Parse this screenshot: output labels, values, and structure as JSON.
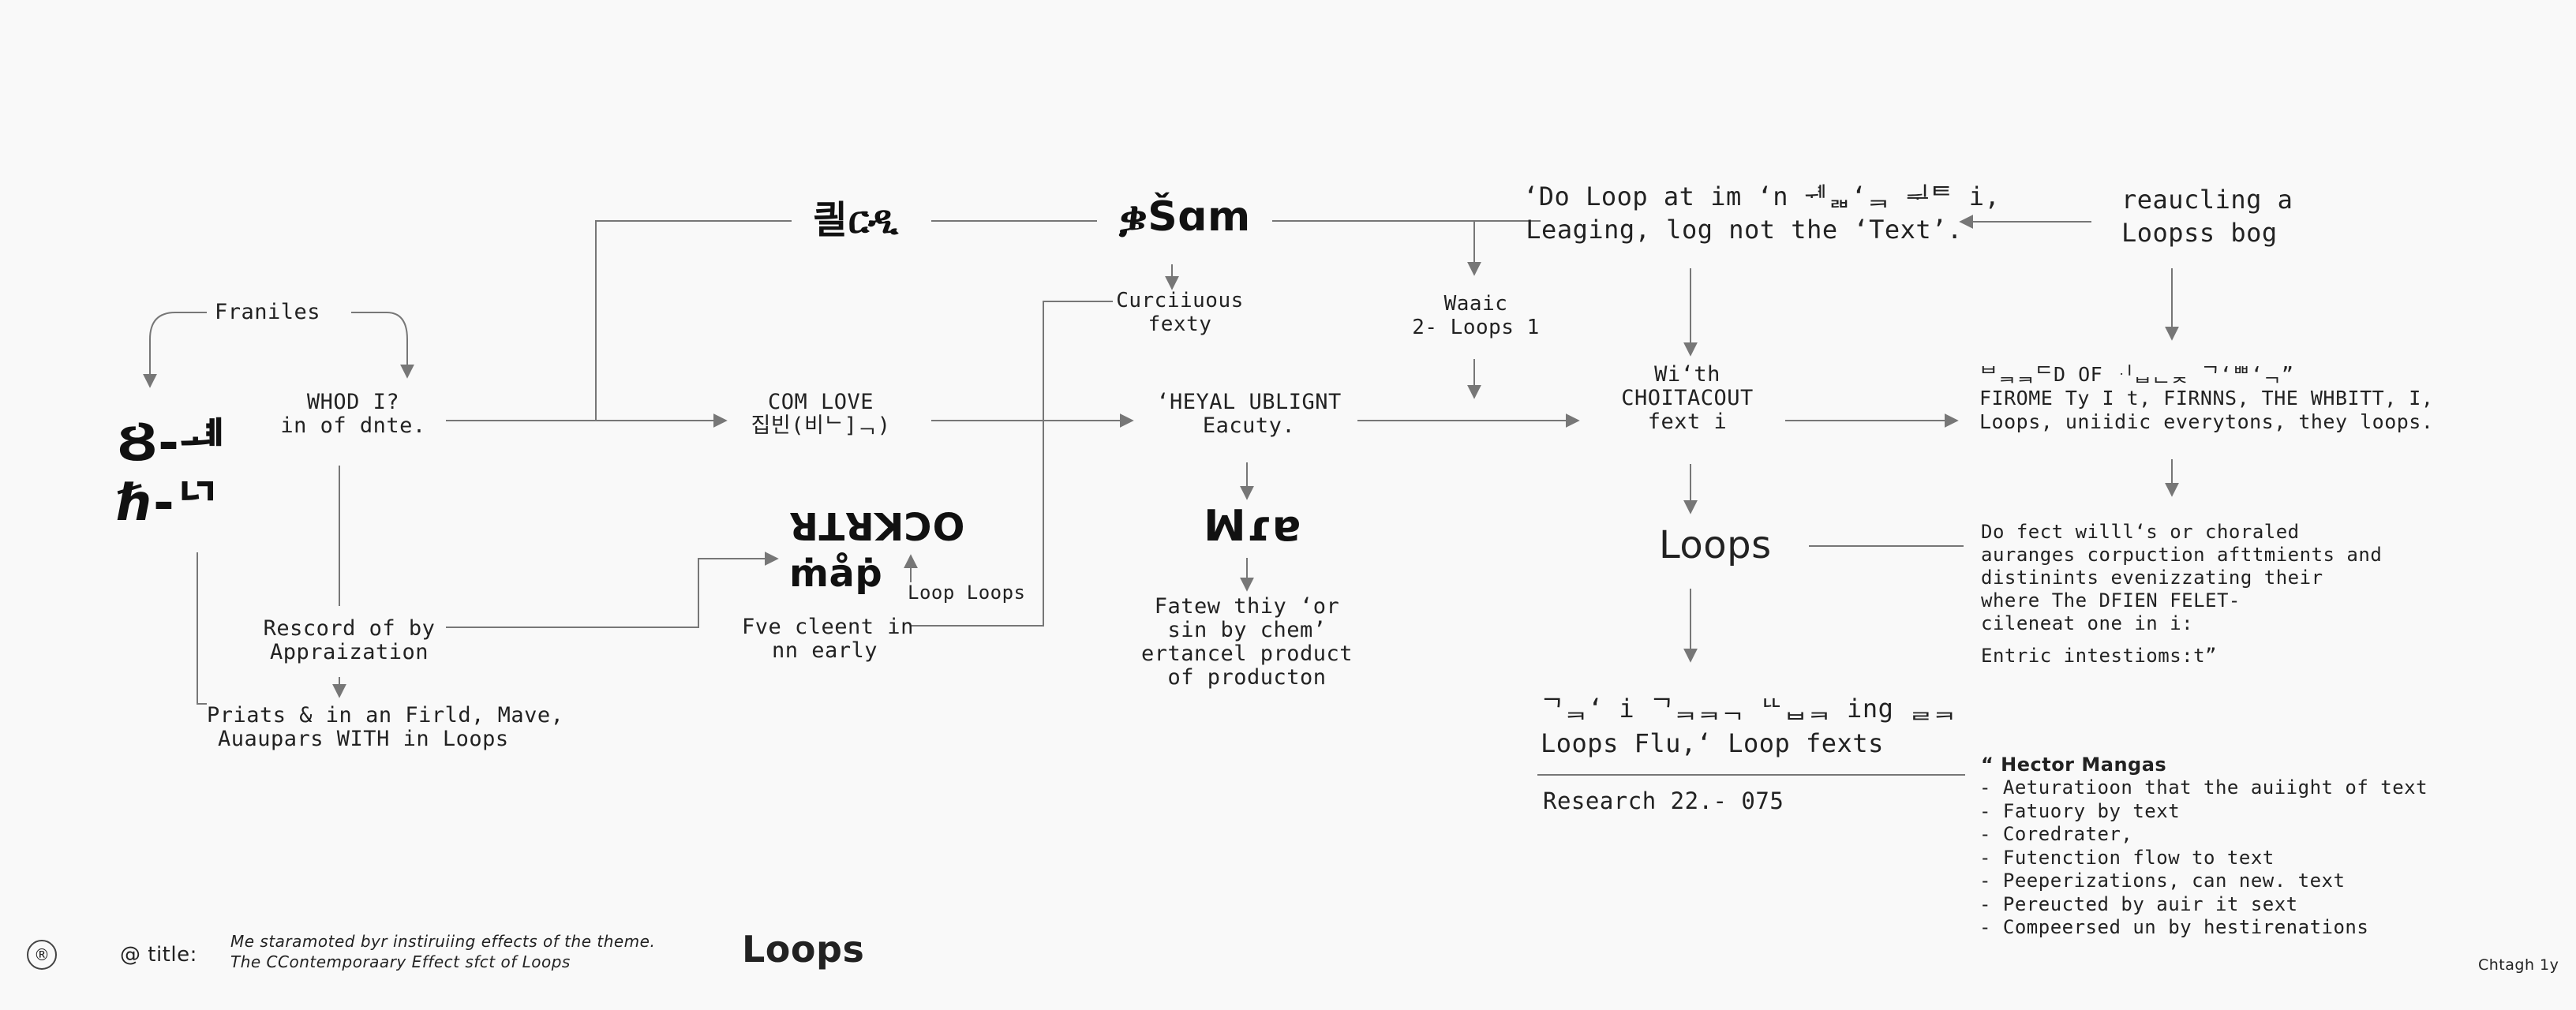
{
  "nodes": {
    "top_glyph_1": "킐ርዲ",
    "top_glyph_2": "ቌŠɑm",
    "top_center": [
      "‘Do Loop at im ‘n ᆌᆲ‘ᆿ ᆗᄐ i,",
      "Leaging, log not the ‘Text’."
    ],
    "top_right": [
      "reaucling a",
      "Loopss bog"
    ],
    "franiles": "Franiles",
    "left_glyph": [
      "Ȣ-ᆁ",
      "ℏ-ᄓ"
    ],
    "whod": [
      "WHOD I?",
      "in of dnte."
    ],
    "com_love": [
      "COM LOVE",
      "집빈(비ᄂ]ᆨ)"
    ],
    "curcii": [
      "Curciiuous",
      "fexty"
    ],
    "waaic": [
      "Waaic",
      "2- Loops 1"
    ],
    "heyal": [
      "‘HEYAL UBLIGNT",
      "Eacuty."
    ],
    "with": [
      "Wi‘th",
      "CHOITACOUT",
      "fext i"
    ],
    "right_mid": [
      "ᄇᆿᆿᄃD OF ᆡᆸᆫᆽ ᄀ‘ᄈ‘ᆨ”",
      "FIROME Ty I t, FIRNNS, THE WHBITT, I,",
      "Loops, uniidic everytons, they loops."
    ],
    "map_glyph": [
      "ꓤꓕꓤꓘꓛꓳ",
      "ṁåṗ"
    ],
    "loop_loops": "Loop Loops",
    "wna_glyph": "ꟽɾɐ",
    "loops_big": "Loops",
    "do_fect": [
      "Do fect willl‘s or choraled",
      "auranges corpuction afttmients and",
      "distinints evenizzating their",
      "where The DFIEN FELET-",
      "cileneat one in i:"
    ],
    "entric": "Entric intestioms:t”",
    "rescord": [
      "Rescord of by",
      "Appraization"
    ],
    "fve_cleent": [
      "Fve cleent in",
      "nn early"
    ],
    "fatew": [
      "Fatew thiy ‘or",
      "sin by chem’",
      "ertancel product",
      "of producton"
    ],
    "priats": [
      "Priats & in an Firld, Mave,",
      "Auaupars WITH in Loops"
    ],
    "loops_flu": [
      "ᄀᆿ‘ i ᄀᆿᆿᆨ ᄔᆸᆿ ing ᆯᆿ",
      "Loops Flu,‘ Loop fexts"
    ],
    "research": "Research 22.- 075",
    "hector": "“ Hector Mangas",
    "hector_list": [
      "- Aeturatioon that the auiight of text",
      "- Fatuory by text",
      "- Coredrater,",
      "- Futenction flow to text",
      "- Peeperizations, can new. text",
      "- Pereucted by auir it sext",
      "- Compeersed un by hestirenations"
    ]
  },
  "footer": {
    "mark": "®",
    "title_label": "@ title:",
    "line1": "Me staramoted byr instiruiing effects of the theme.",
    "line2": "The CContemporaary Effect sfct of Loops",
    "title": "Loops",
    "corner": "Chtagh 1y"
  }
}
